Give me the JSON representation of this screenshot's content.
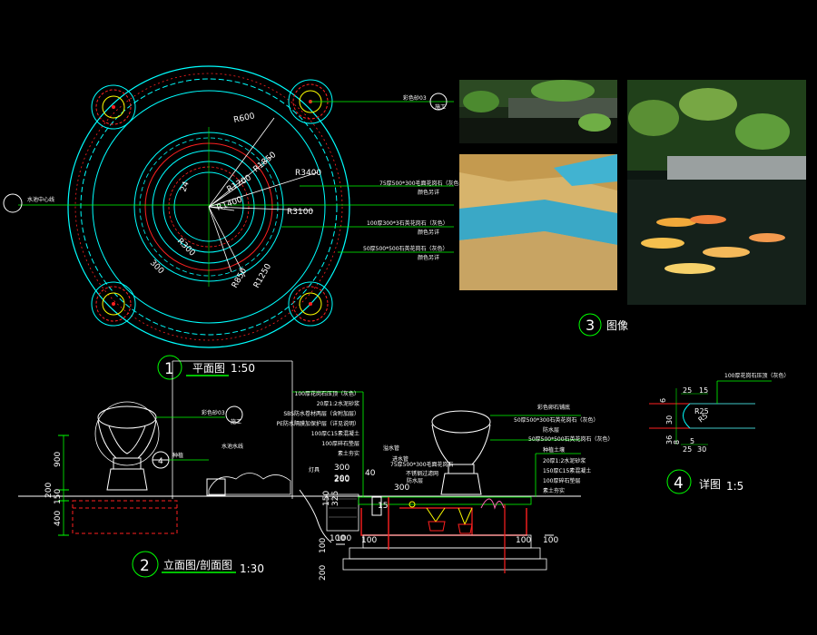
{
  "colors": {
    "background": "#000000",
    "green": "#00ff00",
    "cyan": "#00ffff",
    "red": "#ff2020",
    "yellow": "#ffff00",
    "white": "#ffffff",
    "gray": "#9a9a9a"
  },
  "plan": {
    "radii": {
      "r600": "R600",
      "r1850": "R1850",
      "r1700": "R1700",
      "r1400": "R1400",
      "r3400": "R3400",
      "r3100": "R3100",
      "r850": "R850",
      "r1250": "R1250",
      "r300": "R300"
    },
    "dims": {
      "d24": "24",
      "d300": "300"
    },
    "notes": {
      "n1": "彩色砂03",
      "n1_detail": "施工",
      "n2_l1": "75厚500*300毛面花岗石（灰色）",
      "n2_l2": "颜色另详",
      "n3_l1": "100厚300*3石英花岗石（灰色）",
      "n3_l2": "颜色另详",
      "n4_l1": "50厚500*500石英花岗石（灰色）",
      "n4_l2": "颜色另详",
      "left_axis": "水池中心线"
    }
  },
  "photos_title": "图像",
  "photos_num": "3",
  "plan_title": {
    "num": "1",
    "label": "平面图",
    "scale": "1:50"
  },
  "section_title": {
    "num": "2",
    "label": "立面图/剖面图",
    "scale": "1:30"
  },
  "detail_title": {
    "num": "4",
    "label": "详图",
    "scale": "1:5"
  },
  "detail": {
    "note": "100厚花岗石压顶（灰色）",
    "dims": {
      "a": "25",
      "b": "15",
      "c": "6",
      "d": "30",
      "e": "36",
      "f": "8",
      "g": "25",
      "h": "30",
      "i": "5",
      "j": "R25",
      "k": "R5"
    }
  },
  "section": {
    "left_dims": {
      "d900": "900",
      "d150": "150",
      "d400": "400",
      "d200": "200"
    },
    "labels": {
      "pot_note": "彩色砂03",
      "pot_detail": "施工",
      "num4": "4",
      "planter": "种植",
      "water_line": "水池水线",
      "lamp": "灯具"
    },
    "layers_left": [
      "100厚花岗石压顶（灰色）",
      "20厚1:2水泥砂浆",
      "SBS防水卷材两层（含附加层）",
      "PE防水隔膜加保护层（详见说明）",
      "100厚C15素混凝土",
      "100厚碎石垫层",
      "素土夯实"
    ],
    "dims_mid": {
      "d300": "300",
      "d200": "200",
      "d260": "260",
      "d40": "40",
      "d325": "325",
      "d150": "150",
      "d100": "100",
      "d300b": "300",
      "d15": "15"
    },
    "mid_notes": [
      "溢水管",
      "进水管",
      "75厚500*300毛面花岗石",
      "不锈钢过滤网",
      "防水层"
    ],
    "right_notes": [
      "彩色卵石铺底",
      "50厚500*300石英花岗石（灰色）",
      "防水层",
      "50厚500*500石英花岗石（灰色）",
      "种植土壤",
      "20厚1:2水泥砂浆",
      "150厚C15素混凝土",
      "100厚碎石垫层",
      "素土夯实"
    ],
    "bottom_dims": {
      "d100a": "100",
      "d100b": "100",
      "d100c": "100",
      "d200": "200",
      "d100d": "100",
      "d100e": "100"
    }
  }
}
